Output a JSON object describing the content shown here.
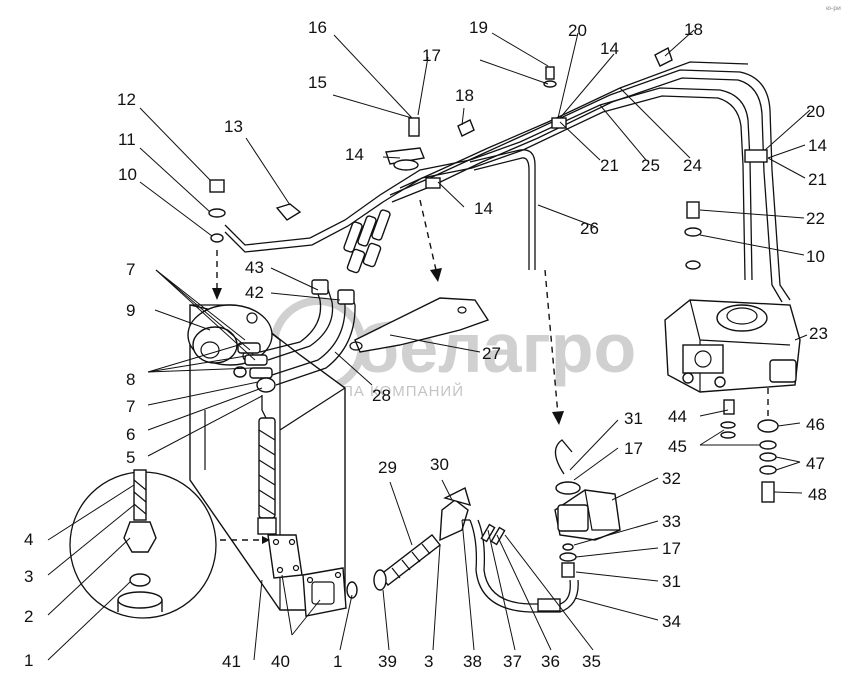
{
  "watermark": {
    "brand": "белагро",
    "subtitle": "ГРУППА КОМПАНИЙ",
    "corner_mark": "ю-ри"
  },
  "labels": {
    "n1": "1",
    "n2": "2",
    "n3": "3",
    "n4": "4",
    "n5": "5",
    "n6": "6",
    "n7": "7",
    "n8": "8",
    "n9": "9",
    "n10": "10",
    "n11": "11",
    "n12": "12",
    "n13": "13",
    "n14": "14",
    "n15": "15",
    "n16": "16",
    "n17": "17",
    "n18": "18",
    "n19": "19",
    "n20": "20",
    "n21": "21",
    "n22": "22",
    "n23": "23",
    "n24": "24",
    "n25": "25",
    "n26": "26",
    "n27": "27",
    "n28": "28",
    "n29": "29",
    "n30": "30",
    "n31": "31",
    "n32": "32",
    "n33": "33",
    "n34": "34",
    "n35": "35",
    "n36": "36",
    "n37": "37",
    "n38": "38",
    "n39": "39",
    "n40": "40",
    "n41": "41",
    "n42": "42",
    "n43": "43",
    "n44": "44",
    "n45": "45",
    "n46": "46",
    "n47": "47",
    "n48": "48"
  },
  "colors": {
    "ink": "#111111",
    "watermark": "#d0d0d0",
    "background": "#ffffff"
  }
}
